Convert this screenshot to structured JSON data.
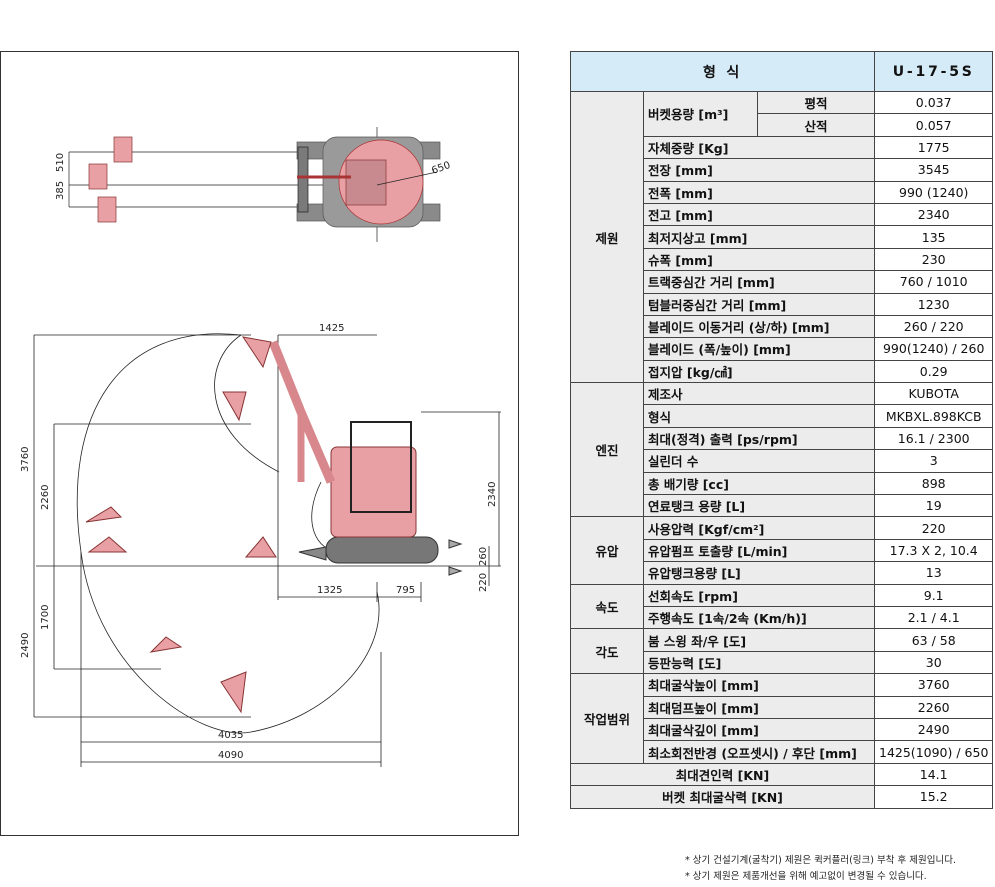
{
  "model_header": {
    "label": "형    식",
    "model": "U-17-5S"
  },
  "drawing": {
    "top_view_dims": [
      "510",
      "385",
      "650"
    ],
    "side_view_dims": [
      "1425",
      "3760",
      "2260",
      "2340",
      "1325",
      "795",
      "260",
      "220",
      "1700",
      "2490",
      "4035",
      "4090"
    ]
  },
  "spec": {
    "groups": [
      {
        "name": "제원",
        "rows": [
          {
            "label": "버켓용량 [m³]",
            "sub": "평적",
            "value": "0.037"
          },
          {
            "sub": "산적",
            "value": "0.057"
          },
          {
            "label": "자체중량 [Kg]",
            "value": "1775"
          },
          {
            "label": "전장 [mm]",
            "value": "3545"
          },
          {
            "label": "전폭 [mm]",
            "value": "990 (1240)"
          },
          {
            "label": "전고 [mm]",
            "value": "2340"
          },
          {
            "label": "최저지상고 [mm]",
            "value": "135"
          },
          {
            "label": "슈폭 [mm]",
            "value": "230"
          },
          {
            "label": "트랙중심간 거리 [mm]",
            "value": "760 / 1010"
          },
          {
            "label": "텀블러중심간 거리 [mm]",
            "value": "1230"
          },
          {
            "label": "블레이드 이동거리 (상/하) [mm]",
            "value": "260 / 220"
          },
          {
            "label": "블레이드 (폭/높이) [mm]",
            "value": "990(1240) / 260"
          },
          {
            "label": "접지압 [kg/㎠]",
            "value": "0.29"
          }
        ]
      },
      {
        "name": "엔진",
        "rows": [
          {
            "label": "제조사",
            "value": "KUBOTA"
          },
          {
            "label": "형식",
            "value": "MKBXL.898KCB"
          },
          {
            "label": "최대(정격) 출력 [ps/rpm]",
            "value": "16.1 / 2300"
          },
          {
            "label": "실린더 수",
            "value": "3"
          },
          {
            "label": "총 배기량 [cc]",
            "value": "898"
          },
          {
            "label": "연료탱크 용량 [L]",
            "value": "19"
          }
        ]
      },
      {
        "name": "유압",
        "rows": [
          {
            "label": "사용압력 [Kgf/cm²]",
            "value": "220"
          },
          {
            "label": "유압펌프 토출량 [L/min]",
            "value": "17.3 X 2,  10.4"
          },
          {
            "label": "유압탱크용량 [L]",
            "value": "13"
          }
        ]
      },
      {
        "name": "속도",
        "rows": [
          {
            "label": "선회속도 [rpm]",
            "value": "9.1"
          },
          {
            "label": "주행속도 [1속/2속 (Km/h)]",
            "value": "2.1 / 4.1"
          }
        ]
      },
      {
        "name": "각도",
        "rows": [
          {
            "label": "붐 스윙 좌/우 [도]",
            "value": "63 / 58"
          },
          {
            "label": "등판능력 [도]",
            "value": "30"
          }
        ]
      },
      {
        "name": "작업범위",
        "rows": [
          {
            "label": "최대굴삭높이 [mm]",
            "value": "3760"
          },
          {
            "label": "최대덤프높이 [mm]",
            "value": "2260"
          },
          {
            "label": "최대굴삭깊이 [mm]",
            "value": "2490"
          },
          {
            "label": "최소회전반경 (오프셋시) / 후단 [mm]",
            "value": "1425(1090) / 650"
          }
        ]
      }
    ],
    "footer_rows": [
      {
        "label": "최대견인력 [KN]",
        "value": "14.1"
      },
      {
        "label": "버켓 최대굴삭력 [KN]",
        "value": "15.2"
      }
    ]
  },
  "notes": [
    "* 상기 건설기계(굴착기) 제원은 퀵커플러(링크) 부착 후 제원입니다.",
    "* 상기 제원은 제품개선을 위해 예고없이 변경될 수 있습니다."
  ],
  "colors": {
    "header_bg": "#d6ebf8",
    "label_bg": "#ececec",
    "machine": "#e8a0a4"
  }
}
